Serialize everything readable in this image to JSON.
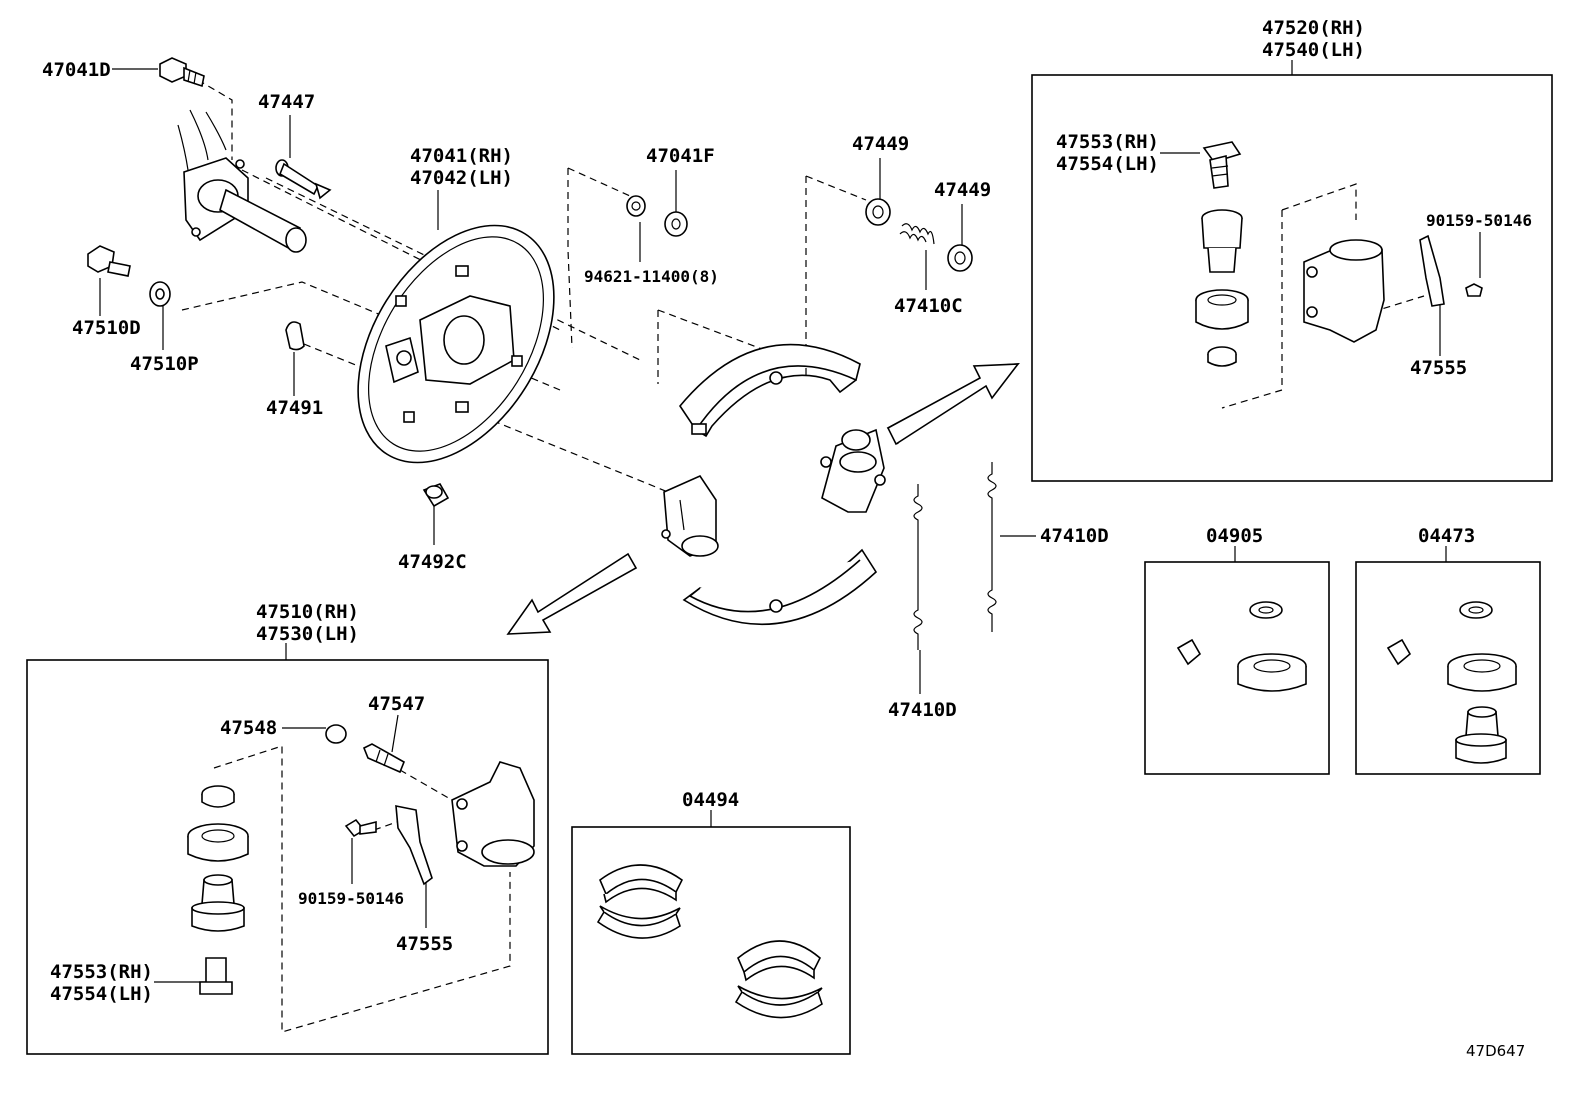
{
  "labels": {
    "p47041D": "47041D",
    "p47447": "47447",
    "p47041_rh": "47041(RH)",
    "p47042_lh": "47042(LH)",
    "p47041F": "47041F",
    "p94621": "94621-11400(8)",
    "p47449_a": "47449",
    "p47449_b": "47449",
    "p47410C": "47410C",
    "p47510D": "47510D",
    "p47510P": "47510P",
    "p47491": "47491",
    "p47492C": "47492C",
    "p47410D_right": "47410D",
    "p47410D_bottom": "47410D",
    "p47520_rh": "47520(RH)",
    "p47540_lh": "47540(LH)",
    "p47553_rh_top": "47553(RH)",
    "p47554_lh_top": "47554(LH)",
    "p90159_top": "90159-50146",
    "p47555_top": "47555",
    "p04905": "04905",
    "p04473": "04473",
    "p47510_rh": "47510(RH)",
    "p47530_lh": "47530(LH)",
    "p47548": "47548",
    "p47547": "47547",
    "p90159_bottom": "90159-50146",
    "p47555_bottom": "47555",
    "p47553_rh_bottom": "47553(RH)",
    "p47554_lh_bottom": "47554(LH)",
    "p04494": "04494",
    "diagram_ref": "47D647"
  }
}
